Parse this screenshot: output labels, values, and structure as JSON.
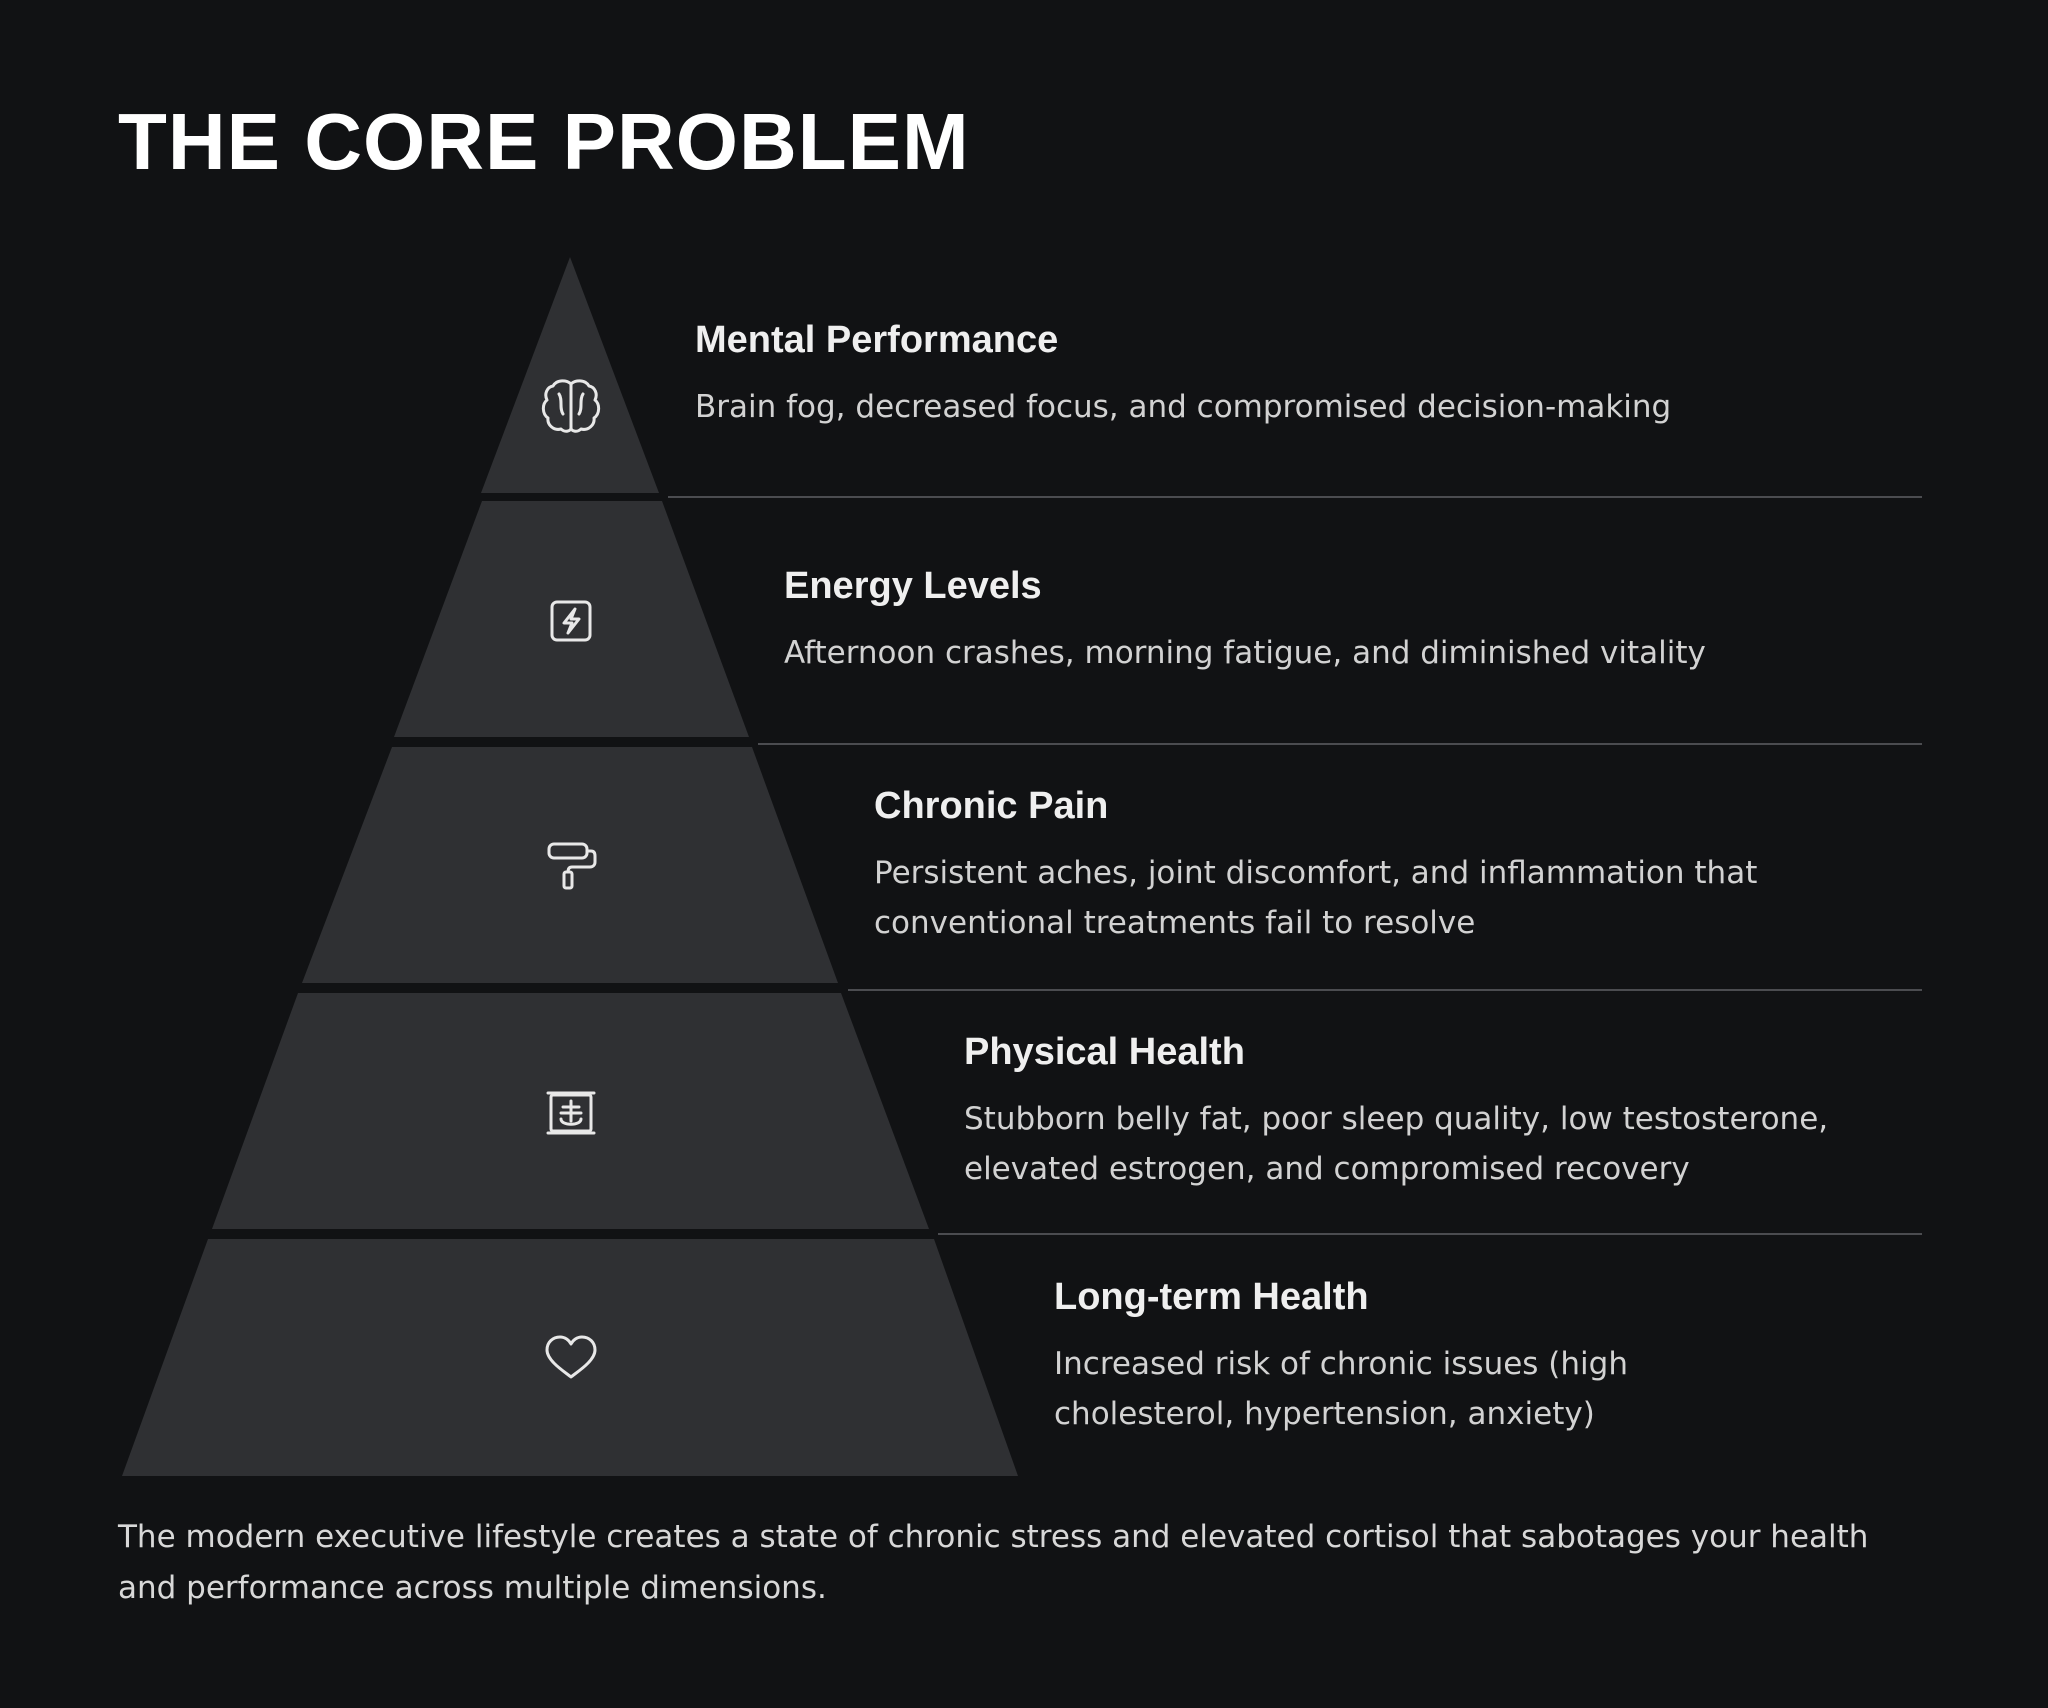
{
  "title": "THE CORE PROBLEM",
  "tiers": [
    {
      "icon": "brain-icon",
      "title": "Mental Performance",
      "description": "Brain fog, decreased focus, and compromised decision-making"
    },
    {
      "icon": "lightning-bolt-icon",
      "title": "Energy Levels",
      "description": "Afternoon crashes, morning fatigue, and diminished vitality"
    },
    {
      "icon": "paint-roller-icon",
      "title": "Chronic Pain",
      "description": "Persistent aches, joint discomfort, and inflammation that conventional treatments fail to resolve"
    },
    {
      "icon": "x-ray-icon",
      "title": "Physical Health",
      "description": "Stubborn belly fat, poor sleep quality, low testosterone, elevated estrogen, and compromised recovery"
    },
    {
      "icon": "heart-icon",
      "title": "Long-term Health",
      "description": "Increased risk of chronic issues (high cholesterol, hypertension, anxiety)"
    }
  ],
  "footer": "The modern executive lifestyle creates a state of chronic stress and elevated cortisol that sabotages your health and performance across multiple dimensions."
}
